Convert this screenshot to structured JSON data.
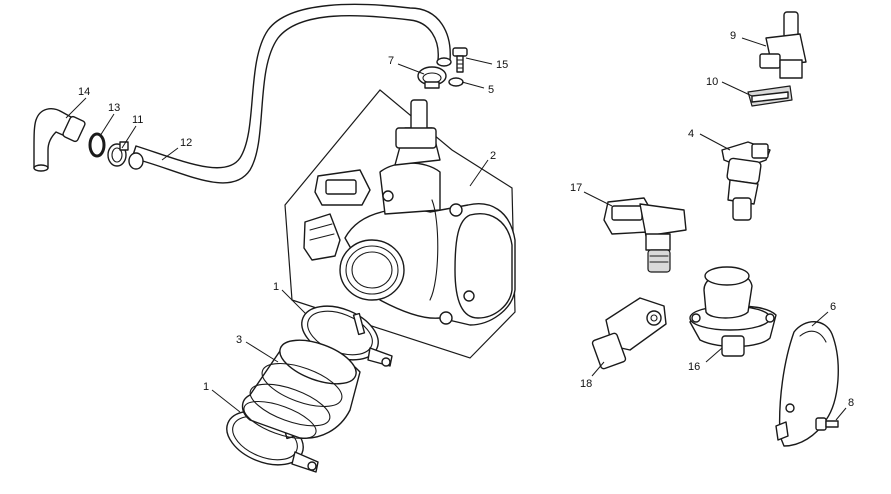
{
  "diagram": {
    "callouts": {
      "c1a": "1",
      "c1b": "1",
      "c2": "2",
      "c3": "3",
      "c4": "4",
      "c5": "5",
      "c6": "6",
      "c7": "7",
      "c8": "8",
      "c9": "9",
      "c10": "10",
      "c11": "11",
      "c12": "12",
      "c13": "13",
      "c14": "14",
      "c15": "15",
      "c16": "16",
      "c17": "17",
      "c18": "18"
    }
  }
}
